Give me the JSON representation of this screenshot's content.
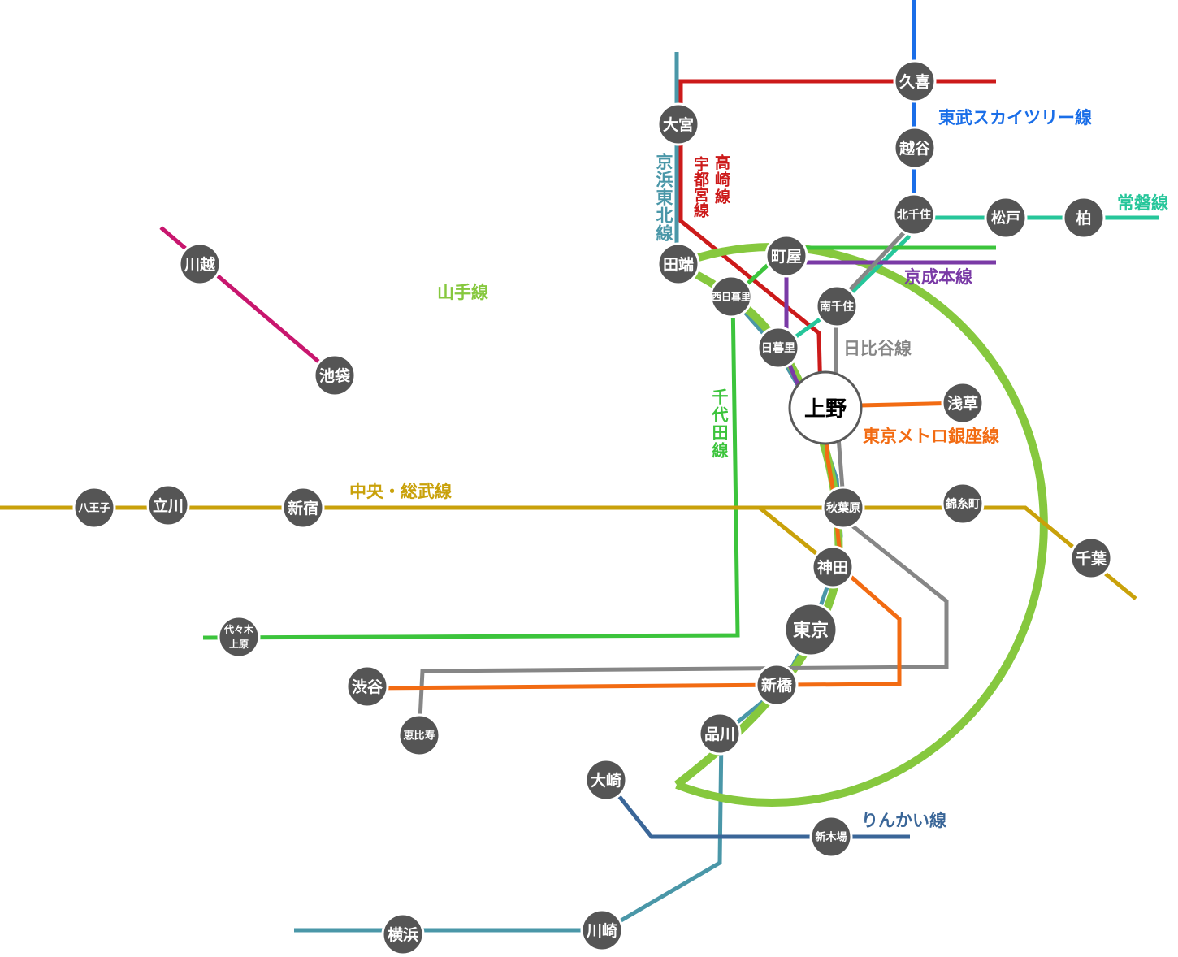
{
  "lines": {
    "yamanote": {
      "name": "山手線",
      "color": "#86c83e"
    },
    "chuo_sobu": {
      "name": "中央・総武線",
      "color": "#c9a10a"
    },
    "keihin": {
      "name": "京浜東北線",
      "color": "#4a97a8"
    },
    "takasaki": {
      "name": "高崎線",
      "color": "#cc1a1a"
    },
    "utsunomiya": {
      "name": "宇都宮線",
      "color": "#cc1a1a"
    },
    "skytree": {
      "name": "東武スカイツリー線",
      "color": "#1a6ee8"
    },
    "joban": {
      "name": "常磐線",
      "color": "#26c69a"
    },
    "keisei": {
      "name": "京成本線",
      "color": "#7a3aa6"
    },
    "hibiya": {
      "name": "日比谷線",
      "color": "#868686"
    },
    "ginza": {
      "name": "東京メトロ銀座線",
      "color": "#f26b12"
    },
    "chiyoda": {
      "name": "千代田線",
      "color": "#3cc43c"
    },
    "rinkai": {
      "name": "りんかい線",
      "color": "#3a6698"
    },
    "tobu_tojo": {
      "name": "",
      "color": "#c8166e"
    }
  },
  "stations": {
    "ueno": "上野",
    "kuki": "久喜",
    "koshigaya": "越谷",
    "kitasenju": "北千住",
    "matsudo": "松戸",
    "kashiwa": "柏",
    "omiya": "大宮",
    "tabata": "田端",
    "machiya": "町屋",
    "nishinippori": "西日暮里",
    "minamisenju": "南千住",
    "nippori": "日暮里",
    "asakusa": "浅草",
    "kawagoe": "川越",
    "ikebukuro": "池袋",
    "shinjuku": "新宿",
    "hachioji": "八王子",
    "tachikawa": "立川",
    "akihabara": "秋葉原",
    "kinshicho": "錦糸町",
    "chiba": "千葉",
    "kanda": "神田",
    "tokyo": "東京",
    "yoyogiuehara_1": "代々木",
    "yoyogiuehara_2": "上原",
    "shibuya": "渋谷",
    "shimbashi": "新橋",
    "ebisu": "恵比寿",
    "shinagawa": "品川",
    "osaki": "大崎",
    "shinkiba": "新木場",
    "yokohama": "横浜",
    "kawasaki": "川崎"
  }
}
